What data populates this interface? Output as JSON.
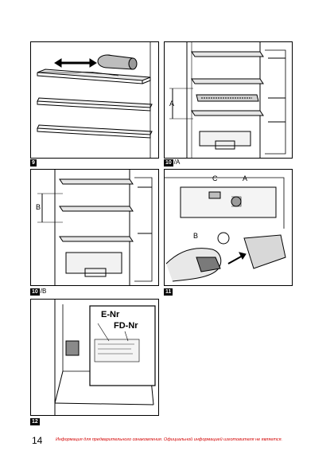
{
  "figures": [
    {
      "num": "9",
      "suffix": ""
    },
    {
      "num": "10",
      "suffix": "/A"
    },
    {
      "num": "10",
      "suffix": "/B"
    },
    {
      "num": "11",
      "suffix": ""
    },
    {
      "num": "12",
      "suffix": ""
    }
  ],
  "callouts": {
    "fig10a_A": "A",
    "fig10b_B": "B",
    "fig11_C": "C",
    "fig11_A": "A",
    "fig11_B": "B",
    "fig12_enr": "E-Nr",
    "fig12_fdnr": "FD-Nr"
  },
  "footer": {
    "page_number": "14",
    "disclaimer": "Информация для предварительного ознакомления. Официальной информацией изготовителя не является.",
    "disclaimer_color": "#d40000"
  }
}
